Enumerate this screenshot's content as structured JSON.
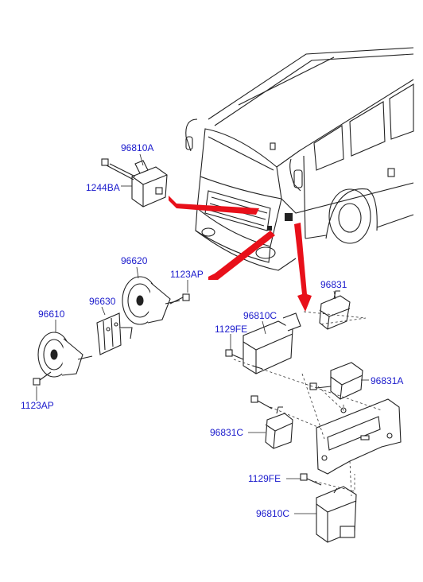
{
  "diagram": {
    "labels": {
      "p96810A": "96810A",
      "p1244BA": "1244BA",
      "p96620": "96620",
      "p1123AP_top": "1123AP",
      "p96630": "96630",
      "p96610": "96610",
      "p1123AP_bottom": "1123AP",
      "p96831": "96831",
      "p96810C_top": "96810C",
      "p1129FE_top": "1129FE",
      "p96831A": "96831A",
      "p96831C": "96831C",
      "p1129FE_bottom": "1129FE",
      "p96810C_bottom": "96810C"
    },
    "colors": {
      "label_text": "#1a1acc",
      "callout_arrow": "#e8101a",
      "line_art": "#222222"
    }
  }
}
